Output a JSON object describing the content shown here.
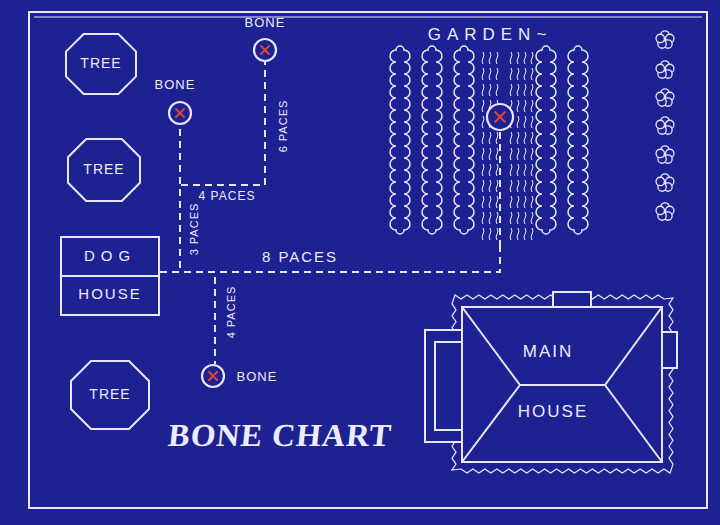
{
  "diagram": {
    "title": "BONE CHART",
    "nodes": [
      {
        "text": [
          "TREE"
        ]
      },
      {
        "text": [
          "BONE"
        ]
      },
      {
        "text": [
          "GARDEN~"
        ]
      },
      {
        "text": [
          "BONE"
        ]
      },
      {
        "text": [
          "TREE"
        ]
      },
      {
        "text": [
          "DOG",
          "HOUSE"
        ]
      },
      {
        "text": [
          "MAIN",
          "HOUSE"
        ]
      },
      {
        "text": [
          "BONE"
        ]
      },
      {
        "text": [
          "TREE"
        ]
      }
    ],
    "edges": [
      {
        "from": 5,
        "to": 2,
        "arrow": "none",
        "label": "8 PACES"
      },
      {
        "from": 5,
        "to": 3,
        "arrow": "none",
        "label": "3 PACES"
      },
      {
        "from": 5,
        "to": 1,
        "arrow": "none",
        "label": "6 PACES"
      },
      {
        "from": 5,
        "to": 7,
        "arrow": "none",
        "label": "4 PACES"
      }
    ],
    "labels": [
      "4 PACES"
    ]
  }
}
